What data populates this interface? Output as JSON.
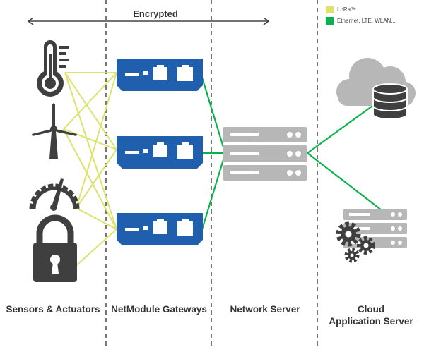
{
  "header": {
    "encrypted_label": "Encrypted"
  },
  "legend": [
    {
      "label": "LoRa™",
      "color": "#dde26a"
    },
    {
      "label": "Ethernet, LTE, WLAN...",
      "color": "#0bb24b"
    }
  ],
  "columns": {
    "sensors": "Sensors & Actuators",
    "gateways": "NetModule Gateways",
    "network_server": "Network Server",
    "cloud_line1": "Cloud",
    "cloud_line2": "Application Server"
  },
  "colors": {
    "lora_link": "#dde26a",
    "ip_link": "#0bb24b",
    "gateway_blue": "#1f5fae",
    "server_gray": "#b7b7b7",
    "icon_dark": "#3f3f3f"
  },
  "icons": [
    "thermometer-icon",
    "wind-turbine-icon",
    "gauge-icon",
    "padlock-icon",
    "gateway-router-icon",
    "network-server-rack-icon",
    "cloud-icon",
    "database-icon",
    "application-server-icon",
    "gears-icon"
  ]
}
